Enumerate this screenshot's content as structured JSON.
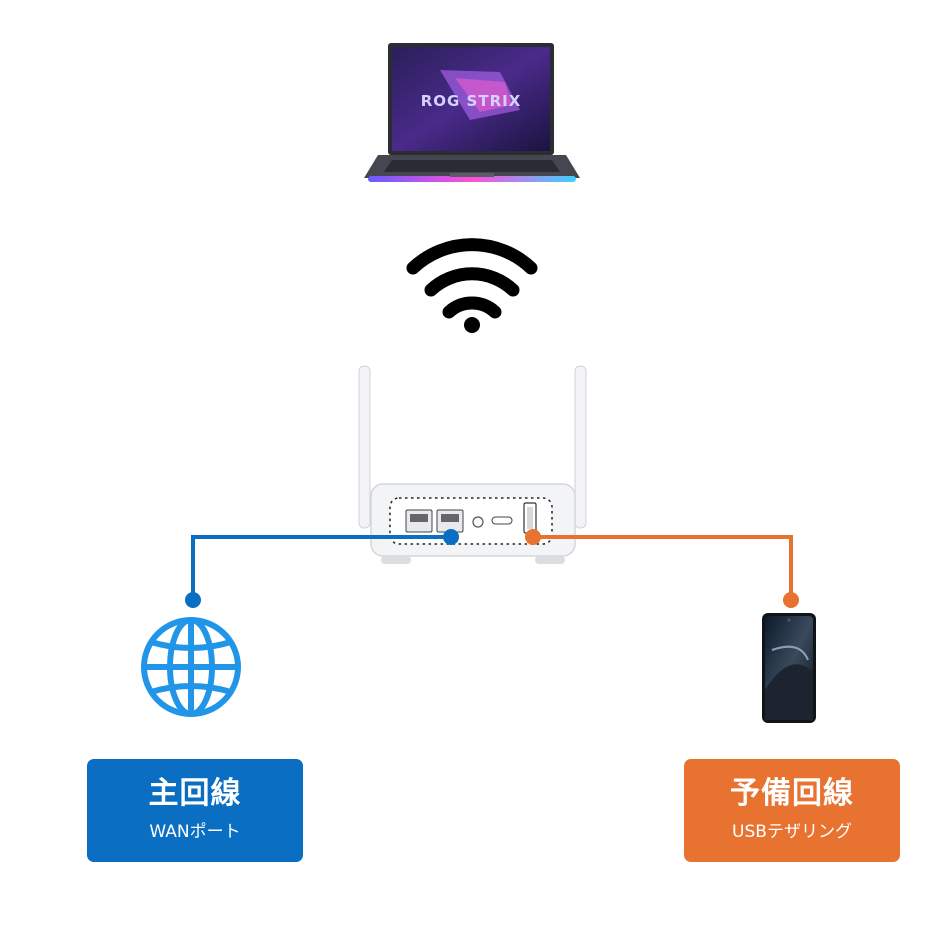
{
  "laptop": {
    "screen_logo_text": "ROG STRIX"
  },
  "primary": {
    "title": "主回線",
    "subtitle": "WANポート",
    "color": "#0a6ec2"
  },
  "backup": {
    "title": "予備回線",
    "subtitle": "USBテザリング",
    "color": "#e87230"
  },
  "icons": {
    "laptop": "laptop-icon",
    "wifi": "wifi-icon",
    "router": "router-icon",
    "globe": "globe-icon",
    "phone": "smartphone-icon"
  },
  "colors": {
    "wan_line": "#0a6ec2",
    "usb_line": "#e87230",
    "globe": "#2196e8",
    "wifi": "#000000"
  }
}
